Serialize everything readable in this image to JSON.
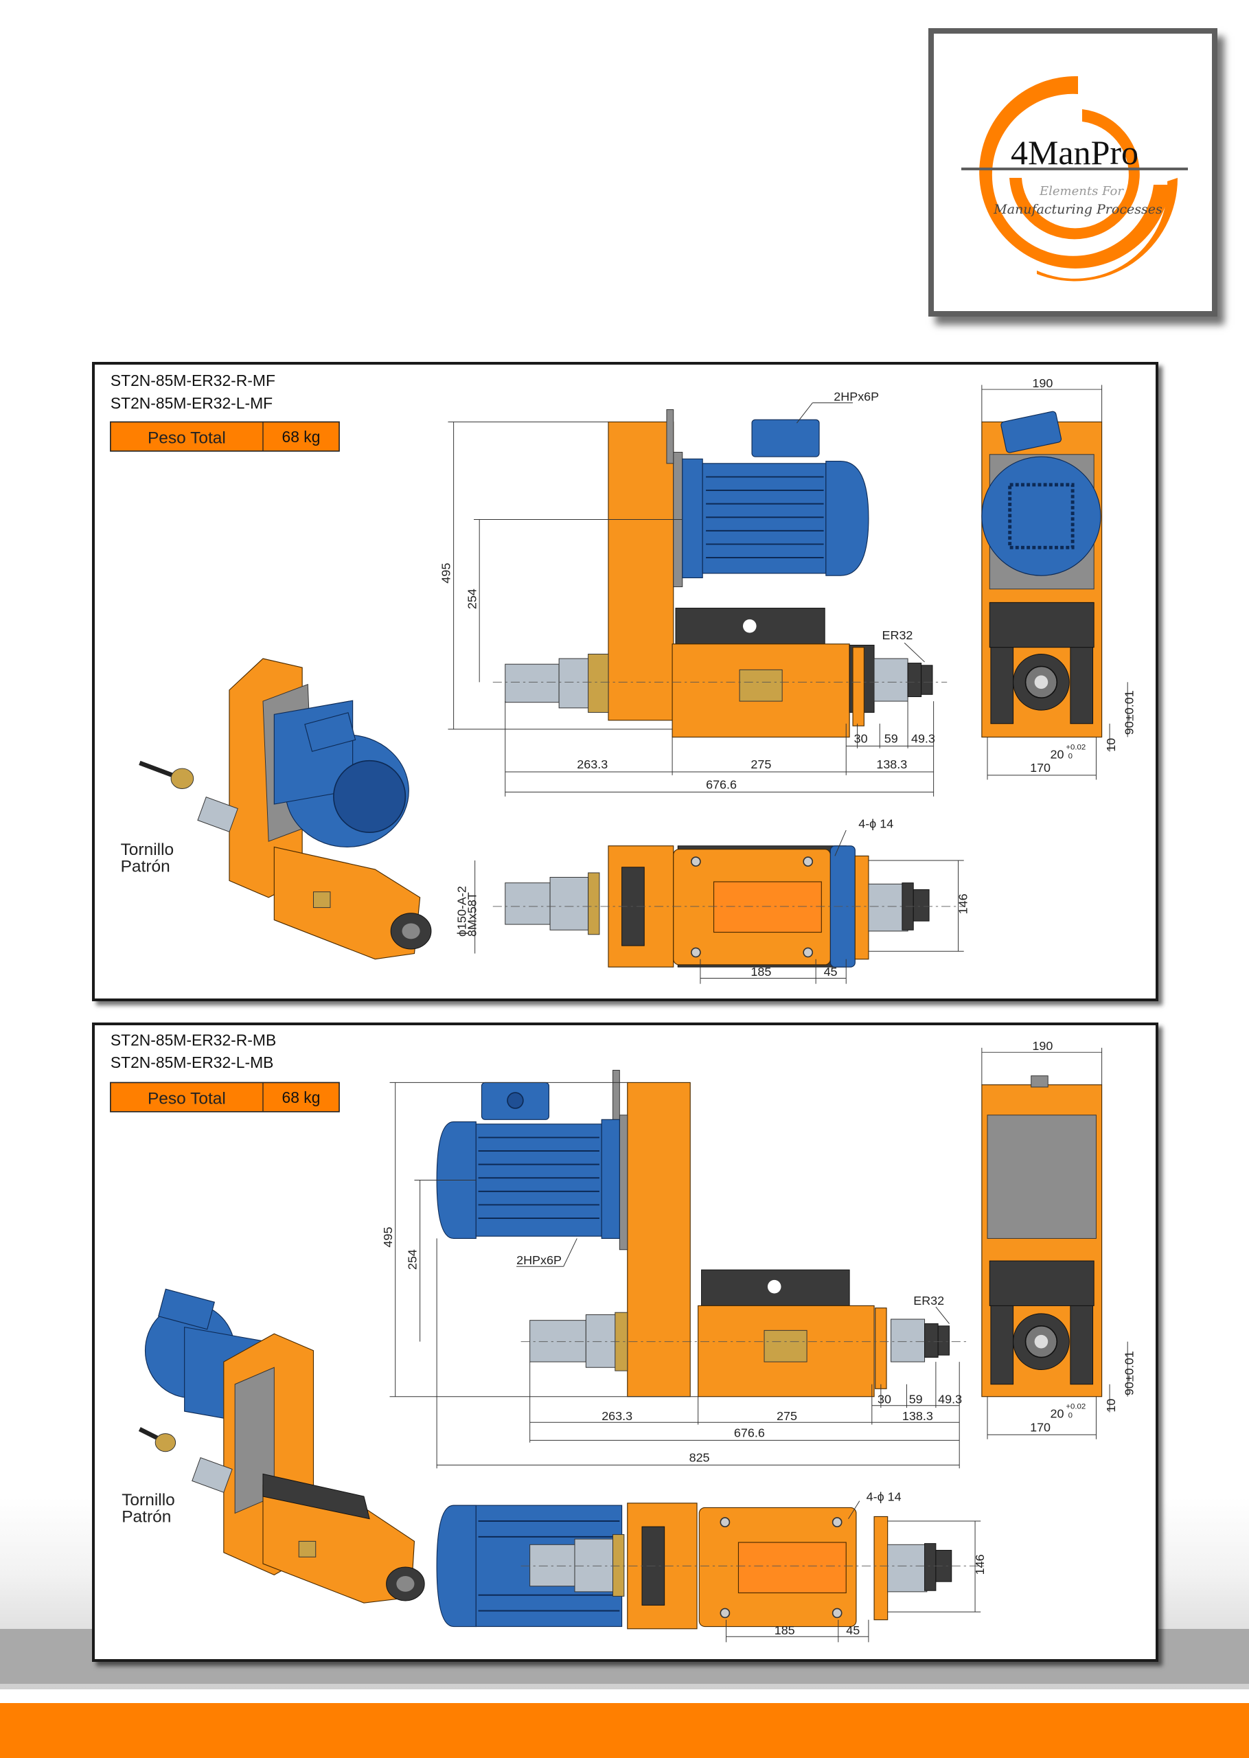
{
  "logo": {
    "brand": "4ManPro",
    "tagline_1": "Elements For",
    "tagline_2": "Manufacturing Processes",
    "colors": {
      "orange": "#ff7f00",
      "gray": "#5e5e5e"
    }
  },
  "panels": [
    {
      "models": [
        "ST2N-85M-ER32-R-MF",
        "ST2N-85M-ER32-L-MF"
      ],
      "weight_label": "Peso Total",
      "weight_value": "68 kg",
      "screw_label_1": "Tornillo",
      "screw_label_2": "Patrón",
      "motor_label": "2HPx6P",
      "collet_label": "ER32",
      "dims": {
        "h_total": "495",
        "h_axis": "254",
        "d1": "263.3",
        "d2": "275",
        "d3": "138.3",
        "total": "676.6",
        "n30": "30",
        "n59": "59",
        "n49": "49.3",
        "w_top": "190",
        "w_bottom": "170",
        "h90": "90±0.01",
        "h10": "10",
        "slot": "20",
        "slot_tol_up": "+0.02",
        "slot_tol_low": "0",
        "width_top": "146",
        "holes": "4-ϕ 14",
        "hole_sp1": "185",
        "hole_sp2": "45",
        "pulley_1": "ϕ150-A-2",
        "pulley_2": "8Mx58T"
      }
    },
    {
      "models": [
        "ST2N-85M-ER32-R-MB",
        "ST2N-85M-ER32-L-MB"
      ],
      "weight_label": "Peso Total",
      "weight_value": "68 kg",
      "screw_label_1": "Tornillo",
      "screw_label_2": "Patrón",
      "motor_label": "2HPx6P",
      "collet_label": "ER32",
      "dims": {
        "h_total": "495",
        "h_axis": "254",
        "d1": "263.3",
        "d2": "275",
        "d3": "138.3",
        "total": "676.6",
        "overall": "825",
        "n30": "30",
        "n59": "59",
        "n49": "49.3",
        "w_top": "190",
        "w_bottom": "170",
        "h90": "90±0.01",
        "h10": "10",
        "slot": "20",
        "slot_tol_up": "+0.02",
        "slot_tol_low": "0",
        "width_top": "146",
        "holes": "4-ϕ 14",
        "hole_sp1": "185",
        "hole_sp2": "45"
      }
    }
  ]
}
